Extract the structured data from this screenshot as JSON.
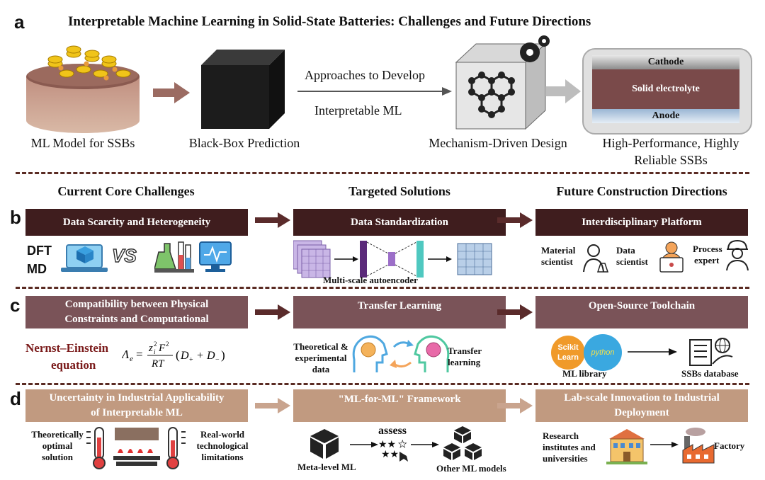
{
  "figure": {
    "panel_a_letter": "a",
    "title": "Interpretable Machine Learning in Solid-State Batteries:  Challenges and Future Directions"
  },
  "panel_a": {
    "step1": "ML Model for SSBs",
    "step2": "Black-Box Prediction",
    "arrow_top": "Approaches to Develop",
    "arrow_bottom": "Interpretable ML",
    "step3": "Mechanism-Driven Design",
    "step4_line1": "High-Performance, Highly",
    "step4_line2": "Reliable SSBs",
    "battery": {
      "cathode": "Cathode",
      "electrolyte": "Solid electrolyte",
      "anode": "Anode"
    }
  },
  "columns": {
    "left": "Current Core Challenges",
    "middle": "Targeted Solutions",
    "right": "Future Construction Directions"
  },
  "panel_b": {
    "letter": "b",
    "challenge": "Data Scarcity and Heterogeneity",
    "solution": "Data Standardization",
    "direction": "Interdisciplinary Platform",
    "dft": "DFT",
    "md": "MD",
    "vs": "VS",
    "autoencoder": "Multi-scale autoencoder",
    "material_scientist_1": "Material",
    "material_scientist_2": "scientist",
    "data_scientist_1": "Data",
    "data_scientist_2": "scientist",
    "process_expert_1": "Process",
    "process_expert_2": "expert"
  },
  "panel_c": {
    "letter": "c",
    "challenge_line1": "Compatibility between Physical",
    "challenge_line2": "Constraints and Computational",
    "solution": "Transfer Learning",
    "direction": "Open-Source Toolchain",
    "equation_name_1": "Nernst–Einstein",
    "equation_name_2": "equation",
    "theoretical_1": "Theoretical &",
    "theoretical_2": "experimental",
    "theoretical_3": "data",
    "transfer_1": "Transfer",
    "transfer_2": "learning",
    "scikit_1": "Scikit",
    "scikit_2": "Learn",
    "python": "python",
    "ml_library": "ML library",
    "ssbs_database": "SSBs database"
  },
  "panel_d": {
    "letter": "d",
    "challenge_line1": "Uncertainty in Industrial Applicability",
    "challenge_line2": "of Interpretable ML",
    "solution": "\"ML-for-ML\" Framework",
    "direction_line1": "Lab-scale Innovation to Industrial",
    "direction_line2": "Deployment",
    "theoretically_1": "Theoretically",
    "theoretically_2": "optimal",
    "theoretically_3": "solution",
    "realworld_1": "Real-world",
    "realworld_2": "technological",
    "realworld_3": "limitations",
    "assess": "assess",
    "meta_level": "Meta-level ML",
    "other_models": "Other ML models",
    "research_1": "Research",
    "research_2": "institutes and",
    "research_3": "universities",
    "factory": "Factory"
  },
  "colors": {
    "dark_box": "#3f1d1e",
    "mauve_box": "#7a5358",
    "tan_box": "#c19a80",
    "arrow_dark": "#5a2b2b",
    "arrow_light": "#c9a48e",
    "equation_red": "#7a1a1a"
  }
}
